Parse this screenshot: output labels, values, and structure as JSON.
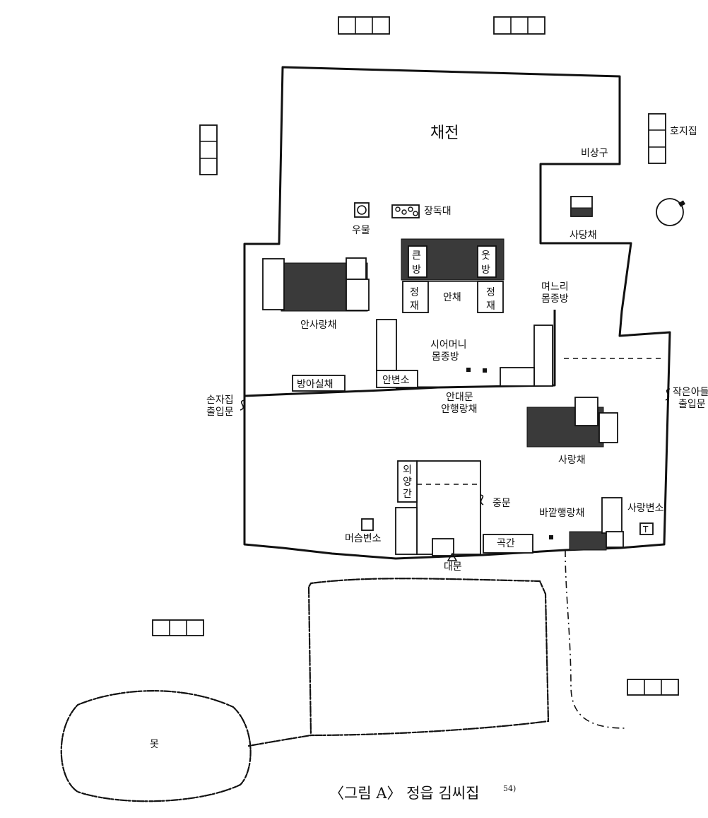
{
  "labels": {
    "chaejeon": "채전",
    "bisanggu": "비상구",
    "hojijip": "호지집",
    "sadangchae": "사당채",
    "umul": "우물",
    "jangdokdae": "장독대",
    "keun": "큰",
    "bang_left": "방",
    "ut": "웃",
    "bang_right": "방",
    "jeong_left": "정",
    "jae_left": "재",
    "anchae": "안채",
    "jeong_right": "정",
    "jae_right": "재",
    "myeoneuri_1": "며느리",
    "myeoneuri_2": "몸종방",
    "ansarangchae": "안사랑채",
    "sieomeoni_1": "시어머니",
    "sieomeoni_2": "몸종방",
    "bangasilchae": "방아실채",
    "anbyeonso": "안변소",
    "andaemun_1": "안대문",
    "andaemun_2": "안행랑채",
    "sonjajip_1": "손자집",
    "sonjajip_2": "출입문",
    "jageunadeul_1": "작은아들",
    "jageunadeul_2": "출입문",
    "sarangchae": "사랑채",
    "oeyanggan_1": "외",
    "oeyanggan_2": "양",
    "oeyanggan_3": "간",
    "jungmun": "중문",
    "bakkathaengnangchae": "바깥행랑채",
    "sarangbyeonso": "사랑변소",
    "meoseumbyeonso": "머슴변소",
    "gokgan": "곡간",
    "daemun": "대문",
    "mot": "못"
  },
  "caption": {
    "text": "〈그림 A〉 정읍 김씨집",
    "footnote": "54)"
  },
  "icons": {
    "well": "well-icon",
    "jars": "jar-icon",
    "tree": "tree-icon",
    "toilet": "toilet-icon"
  }
}
